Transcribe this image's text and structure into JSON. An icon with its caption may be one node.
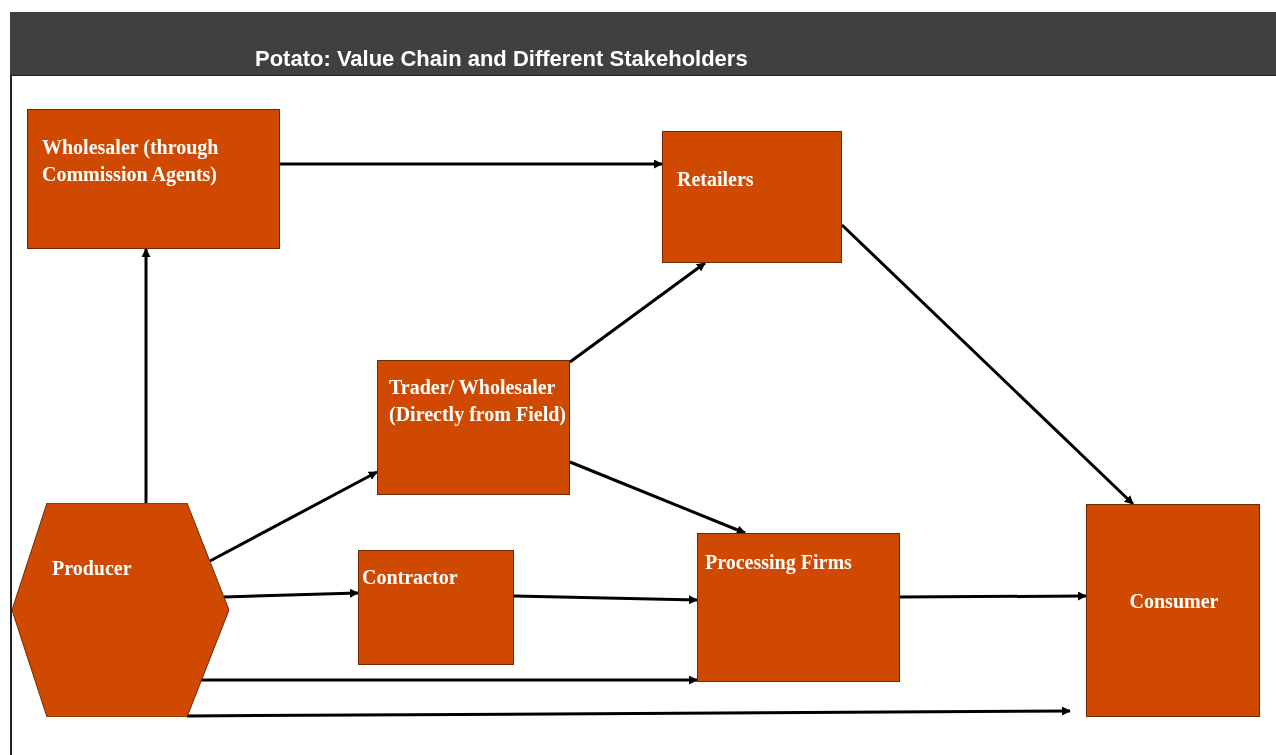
{
  "diagram": {
    "title": "Potato: Value Chain and Different Stakeholders",
    "nodes": [
      {
        "text": [
          "Wholesaler (through Commission Agents)"
        ]
      },
      {
        "text": [
          "Retailers"
        ]
      },
      {
        "text": [
          "Trader/ Wholesaler (Directly from Field)"
        ]
      },
      {
        "text": [
          "Producer"
        ]
      },
      {
        "text": [
          "Contractor"
        ]
      },
      {
        "text": [
          "Processing Firms"
        ]
      },
      {
        "text": [
          "Consumer"
        ]
      }
    ],
    "edges": [
      {
        "from": 3,
        "to": 0,
        "arrow": "to"
      },
      {
        "from": 0,
        "to": 1,
        "arrow": "to"
      },
      {
        "from": 2,
        "to": 1,
        "arrow": "to"
      },
      {
        "from": 1,
        "to": 6,
        "arrow": "to"
      },
      {
        "from": 3,
        "to": 2,
        "arrow": "to"
      },
      {
        "from": 2,
        "to": 5,
        "arrow": "to"
      },
      {
        "from": 3,
        "to": 4,
        "arrow": "to"
      },
      {
        "from": 4,
        "to": 5,
        "arrow": "to"
      },
      {
        "from": 5,
        "to": 6,
        "arrow": "to"
      },
      {
        "from": 3,
        "to": 5,
        "arrow": "to"
      },
      {
        "from": 3,
        "to": 6,
        "arrow": "to"
      }
    ]
  }
}
